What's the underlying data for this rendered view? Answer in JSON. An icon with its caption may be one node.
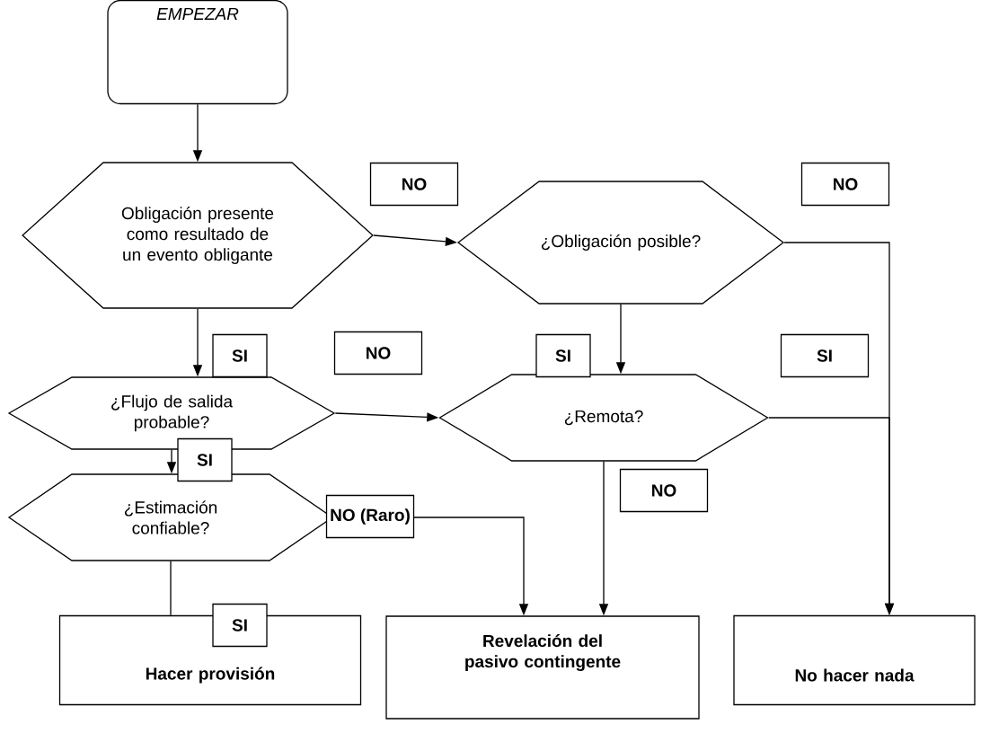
{
  "diagram": {
    "nodes": [
      {
        "text": [
          "EMPEZAR"
        ]
      },
      {
        "text": [
          "Obligación presente como resultado de un evento obligante"
        ]
      },
      {
        "text": [
          "¿Obligación posible?"
        ]
      },
      {
        "text": [
          "¿Flujo de salida probable?"
        ]
      },
      {
        "text": [
          "¿Remota?"
        ]
      },
      {
        "text": [
          "¿Estimación confiable?"
        ]
      },
      {
        "text": [
          "Hacer provisión"
        ]
      },
      {
        "text": [
          "Revelación del pasivo contingente"
        ]
      },
      {
        "text": [
          "No hacer nada"
        ]
      }
    ],
    "edges": [
      {
        "from": 0,
        "to": 1,
        "arrow": "to"
      },
      {
        "from": 1,
        "to": 2,
        "arrow": "to",
        "label": "NO"
      },
      {
        "from": 2,
        "to": 8,
        "arrow": "to",
        "label": "NO"
      },
      {
        "from": 1,
        "to": 3,
        "arrow": "to",
        "label": "SI"
      },
      {
        "from": 2,
        "to": 4,
        "arrow": "to",
        "label": "SI"
      },
      {
        "from": 4,
        "to": 8,
        "arrow": "to",
        "label": "SI"
      },
      {
        "from": 3,
        "to": 4,
        "arrow": "to",
        "label": "NO"
      },
      {
        "from": 3,
        "to": 5,
        "arrow": "to",
        "label": "SI"
      },
      {
        "from": 5,
        "to": 7,
        "arrow": "to",
        "label": "NO (Raro)"
      },
      {
        "from": 4,
        "to": 7,
        "arrow": "to",
        "label": "NO"
      },
      {
        "from": 5,
        "to": 6,
        "arrow": "none",
        "label": "SI"
      }
    ]
  }
}
